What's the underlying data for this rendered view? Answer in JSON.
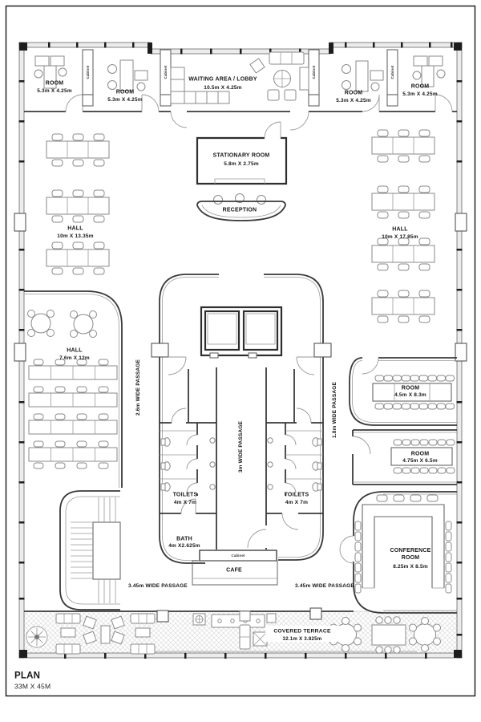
{
  "colors": {
    "ink": "#1d1d1d",
    "wall_fill": "#ececec",
    "line": "#555555",
    "hatch": "#d9d9d9",
    "paper": "#ffffff"
  },
  "plan": {
    "title": "PLAN",
    "size": "33M X 45M"
  },
  "cabinet_label": "Cabinet",
  "rooms": {
    "top_left_1": {
      "name": "ROOM",
      "dims": "5.3m X 4.25m"
    },
    "top_left_2": {
      "name": "ROOM",
      "dims": "5.3m X 4.25m"
    },
    "waiting_area": {
      "name": "WAITING AREA / LOBBY",
      "dims": "10.5m X 4.25m"
    },
    "top_right_1": {
      "name": "ROOM",
      "dims": "5.3m X 4.25m"
    },
    "top_right_2": {
      "name": "ROOM",
      "dims": "5.3m X 4.25m"
    },
    "stationary": {
      "name": "STATIONARY ROOM",
      "dims": "5.8m X 2.75m"
    },
    "reception": {
      "name": "RECEPTION"
    },
    "hall_left": {
      "name": "HALL",
      "dims": "10m X 13.35m"
    },
    "hall_right": {
      "name": "HALL",
      "dims": "10m X 17.85m"
    },
    "hall_mid_left": {
      "name": "HALL",
      "dims": "7.6m X 12m"
    },
    "toilets_left": {
      "name": "TOILETS",
      "dims": "4m X 7m"
    },
    "toilets_right": {
      "name": "TOILETS",
      "dims": "4m X 7m"
    },
    "bath": {
      "name": "BATH",
      "dims": "4m X2.625m"
    },
    "cafe": {
      "name": "CAFE"
    },
    "room_right_1": {
      "name": "ROOM",
      "dims": "4.5m X 8.3m"
    },
    "room_right_2": {
      "name": "ROOM",
      "dims": "4.75m X 6.5m"
    },
    "conference": {
      "name": "CONFERENCE ROOM",
      "dims": "8.25m X 8.5m"
    },
    "terrace": {
      "name": "COVERED TERRACE",
      "dims": "32.1m X 3.825m"
    }
  },
  "passages": {
    "w26": "2.6m WIDE PASSAGE",
    "w3": "3m WIDE PASSAGE",
    "w18": "1.8m WIDE PASSAGE",
    "w345_left": "3.45m WIDE PASSAGE",
    "w345_right": "3.45m WIDE PASSAGE"
  }
}
